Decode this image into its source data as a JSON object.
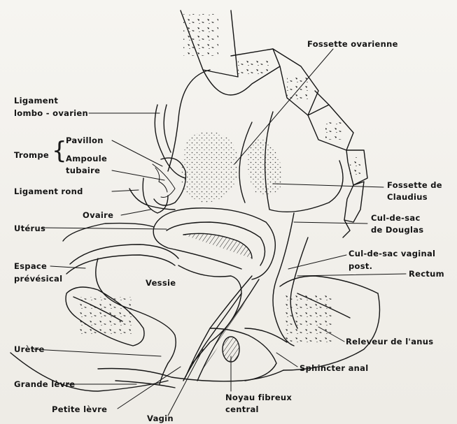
{
  "labels": {
    "fossette_ovarienne": "Fossette ovarienne",
    "ligament_lombo_ovarien_1": "Ligament",
    "ligament_lombo_ovarien_2": "lombo - ovarien",
    "trompe": "Trompe",
    "pavillon": "Pavillon",
    "ampoule_tubaire_1": "Ampoule",
    "ampoule_tubaire_2": "tubaire",
    "ligament_rond": "Ligament rond",
    "ovaire": "Ovaire",
    "uterus": "Utérus",
    "espace_prevesical_1": "Espace",
    "espace_prevesical_2": "prévésical",
    "vessie": "Vessie",
    "uretre": "Urètre",
    "grande_levre": "Grande lèvre",
    "petite_levre": "Petite lèvre",
    "vagin": "Vagin",
    "noyau_fibreux_1": "Noyau fibreux",
    "noyau_fibreux_2": "central",
    "sphincter_anal": "Sphincter anal",
    "releveur_anus": "Releveur de l'anus",
    "rectum": "Rectum",
    "cul_de_sac_vaginal_1": "Cul-de-sac vaginal",
    "cul_de_sac_vaginal_2": "post.",
    "cul_de_sac_douglas_1": "Cul-de-sac",
    "cul_de_sac_douglas_2": "de Douglas",
    "fossette_claudius_1": "Fossette de",
    "fossette_claudius_2": "Claudius"
  }
}
